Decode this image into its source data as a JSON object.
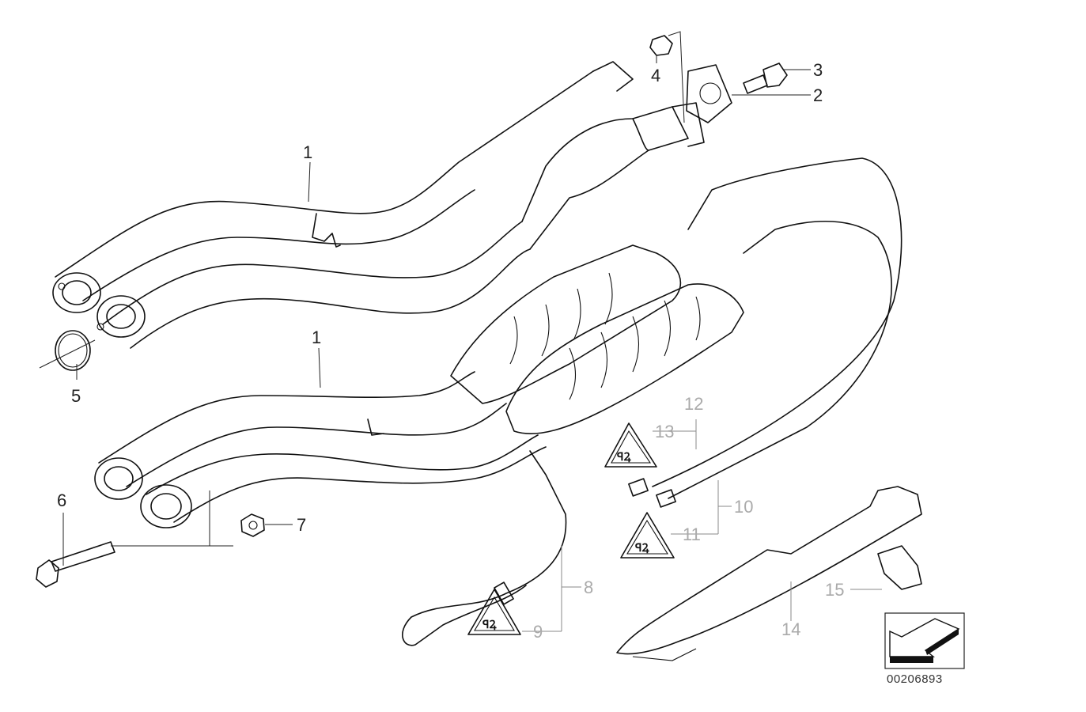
{
  "diagram": {
    "part_number": "00206893",
    "callouts": [
      {
        "id": "upper-pipe",
        "label": "1",
        "style": "primary"
      },
      {
        "id": "lower-pipe",
        "label": "1",
        "style": "primary"
      },
      {
        "id": "gasket",
        "label": "2",
        "style": "primary"
      },
      {
        "id": "bolt",
        "label": "3",
        "style": "primary"
      },
      {
        "id": "nut",
        "label": "4",
        "style": "primary"
      },
      {
        "id": "seal-ring",
        "label": "5",
        "style": "primary"
      },
      {
        "id": "screw",
        "label": "6",
        "style": "primary"
      },
      {
        "id": "hex-nut",
        "label": "7",
        "style": "primary"
      },
      {
        "id": "oxygen-sensor-front",
        "label": "8",
        "style": "secondary"
      },
      {
        "id": "warning-9",
        "label": "9",
        "style": "secondary"
      },
      {
        "id": "oxygen-sensor-10",
        "label": "10",
        "style": "secondary"
      },
      {
        "id": "warning-11",
        "label": "11",
        "style": "secondary"
      },
      {
        "id": "oxygen-sensor-12",
        "label": "12",
        "style": "secondary"
      },
      {
        "id": "warning-13",
        "label": "13",
        "style": "secondary"
      },
      {
        "id": "bracket",
        "label": "14",
        "style": "secondary"
      },
      {
        "id": "clip",
        "label": "15",
        "style": "secondary"
      }
    ]
  }
}
